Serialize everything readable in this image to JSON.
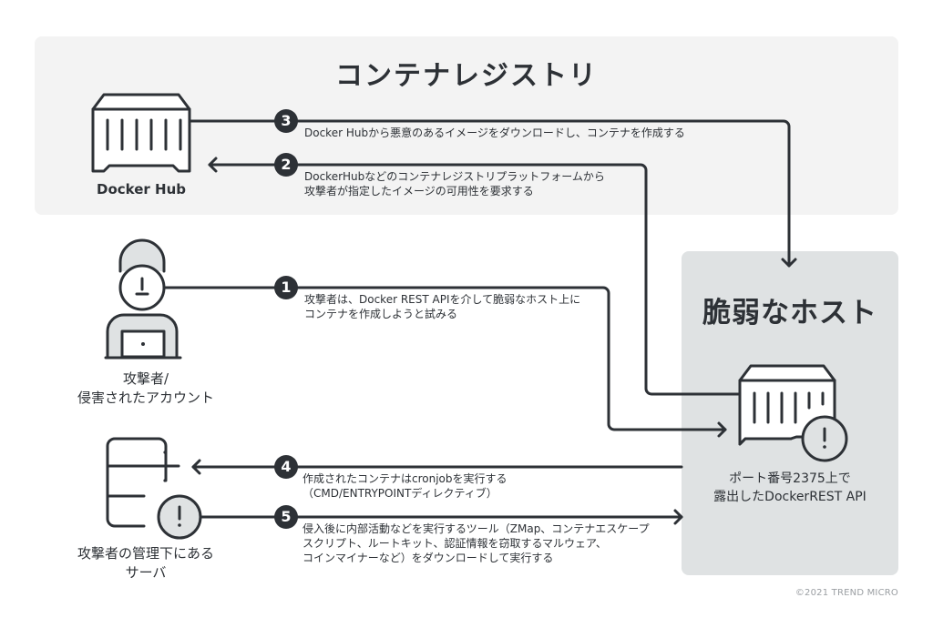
{
  "registry": {
    "title": "コンテナレジストリ"
  },
  "host": {
    "title": "脆弱なホスト",
    "label_line1": "ポート番号2375上で",
    "label_line2": "露出したDockerREST API"
  },
  "nodes": {
    "docker_hub": {
      "label": "Docker Hub"
    },
    "attacker": {
      "label_line1": "攻撃者/",
      "label_line2": "侵害されたアカウント"
    },
    "server": {
      "label_line1": "攻撃者の管理下にある",
      "label_line2": "サーバ"
    }
  },
  "steps": [
    {
      "number": "1",
      "lines": [
        "攻撃者は、Docker REST APIを介して脆弱なホスト上に",
        "コンテナを作成しようと試みる"
      ]
    },
    {
      "number": "2",
      "lines": [
        "DockerHubなどのコンテナレジストリプラットフォームから",
        "攻撃者が指定したイメージの可用性を要求する"
      ]
    },
    {
      "number": "3",
      "lines": [
        "Docker Hubから悪意のあるイメージをダウンロードし、コンテナを作成する"
      ]
    },
    {
      "number": "4",
      "lines": [
        "作成されたコンテナはcronjobを実行する",
        "（CMD/ENTRYPOINTディレクティブ）"
      ]
    },
    {
      "number": "5",
      "lines": [
        "侵入後に内部活動などを実行するツール（ZMap、コンテナエスケープ",
        "スクリプト、ルートキット、認証情報を窃取するマルウェア、",
        "コインマイナーなど）をダウンロードして実行する"
      ]
    }
  ],
  "colors": {
    "ink": "#2d3136",
    "registry_bg": "#f3f3f3",
    "host_bg": "#dfe2e3",
    "icon_fill": "#dfe2e3"
  },
  "copyright": "©2021 TREND MICRO"
}
